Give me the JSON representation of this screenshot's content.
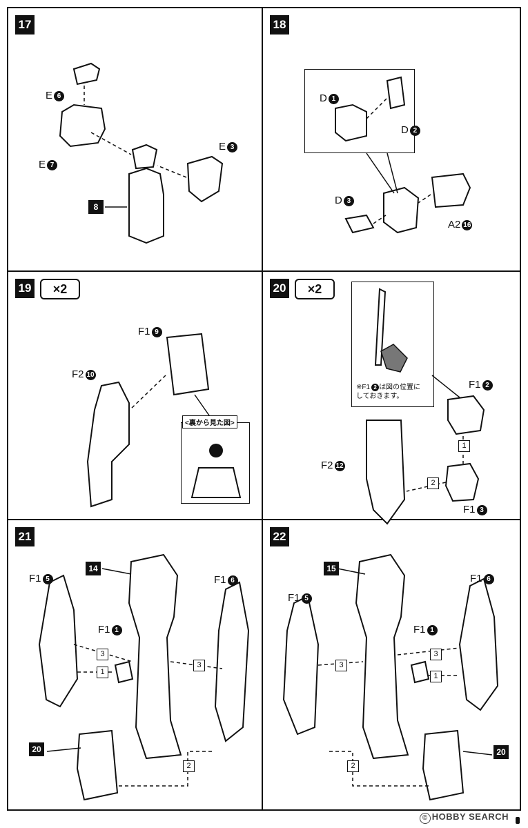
{
  "steps": {
    "s17": {
      "number": "17",
      "labels": {
        "e6": "E",
        "e6n": "6",
        "e7": "E",
        "e7n": "7",
        "e3": "E",
        "e3n": "3"
      },
      "part_ref": "8"
    },
    "s18": {
      "number": "18",
      "labels": {
        "d1": "D",
        "d1n": "1",
        "d2": "D",
        "d2n": "2",
        "d3": "D",
        "d3n": "3",
        "a2": "A2",
        "a2n": "16"
      }
    },
    "s19": {
      "number": "19",
      "multiplier": "×2",
      "labels": {
        "f1": "F1",
        "f1n": "9",
        "f2": "F2",
        "f2n": "10"
      },
      "back_view": "<裏から見た図>"
    },
    "s20": {
      "number": "20",
      "multiplier": "×2",
      "note_line1": "※F1",
      "note_num": "2",
      "note_line1b": "は図の位置に",
      "note_line2": "しておきます。",
      "labels": {
        "f1a": "F1",
        "f1an": "2",
        "f2": "F2",
        "f2n": "12",
        "f1b": "F1",
        "f1bn": "3"
      },
      "order": {
        "o1": "1",
        "o2": "2"
      }
    },
    "s21": {
      "number": "21",
      "part_ref_top": "14",
      "part_ref_bottom": "20",
      "labels": {
        "f5": "F1",
        "f5n": "5",
        "f1": "F1",
        "f1n": "1",
        "f6": "F1",
        "f6n": "6"
      },
      "order": {
        "o3a": "3",
        "o1": "1",
        "o3b": "3",
        "o2": "2"
      }
    },
    "s22": {
      "number": "22",
      "part_ref_top": "15",
      "part_ref_bottom": "20",
      "labels": {
        "f5": "F1",
        "f5n": "5",
        "f1": "F1",
        "f1n": "1",
        "f6": "F1",
        "f6n": "6"
      },
      "order": {
        "o3a": "3",
        "o3b": "3",
        "o1": "1",
        "o2": "2"
      }
    }
  },
  "watermark": {
    "symbol": "©",
    "text": "HOBBY SEARCH"
  }
}
